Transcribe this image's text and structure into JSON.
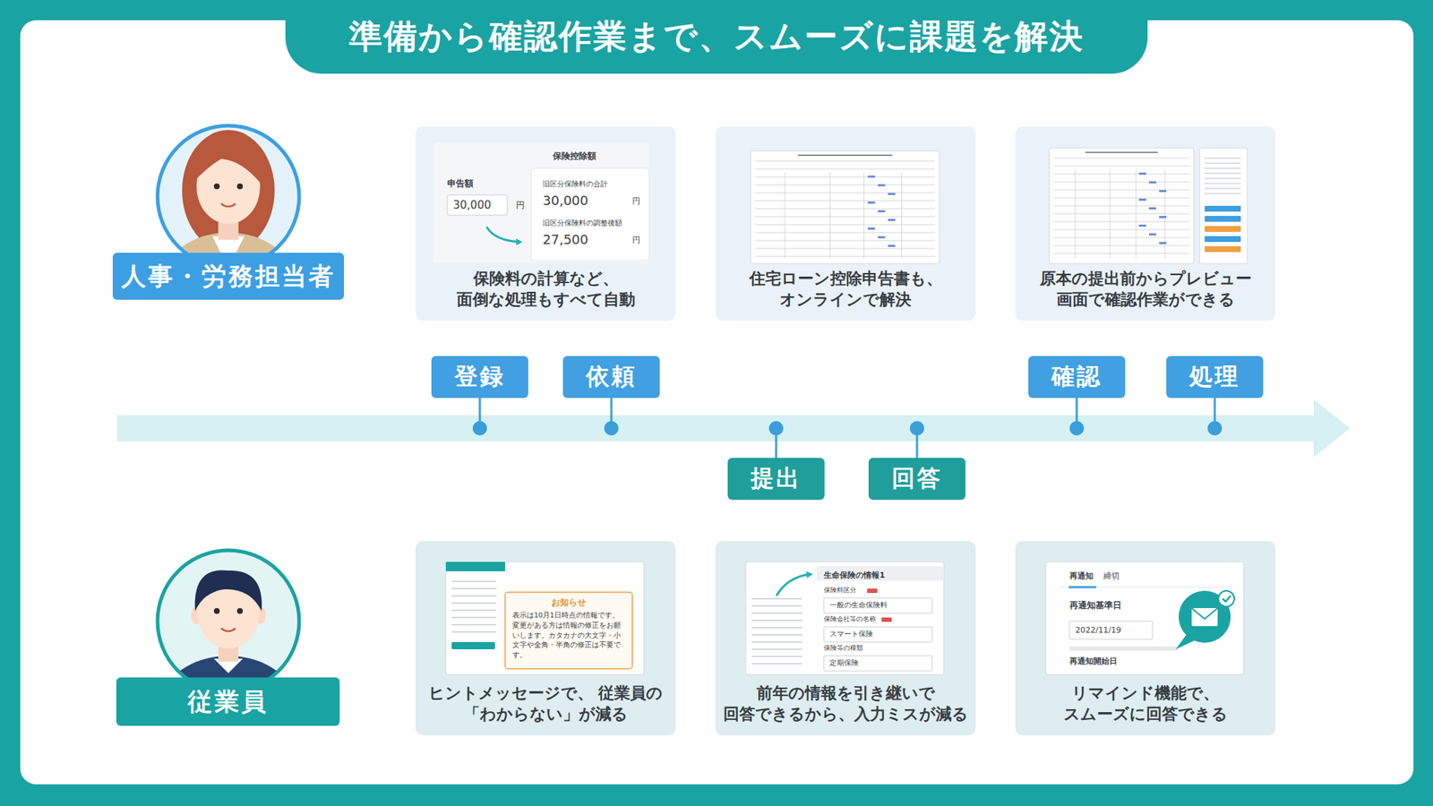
{
  "diagram": {
    "title": "準備から確認作業まで、スムーズに課題を解決",
    "nodes": [
      {
        "text": [
          "人事・労務担当者"
        ]
      },
      {
        "text": [
          "保険料の計算など、 面倒な処理もすべて自動"
        ]
      },
      {
        "text": [
          "住宅ローン控除申告書も、 オンラインで解決"
        ]
      },
      {
        "text": [
          "原本の提出前からプレビュー 画面で確認作業ができる"
        ]
      },
      {
        "text": [
          "登録"
        ]
      },
      {
        "text": [
          "依頼"
        ]
      },
      {
        "text": [
          "提出"
        ]
      },
      {
        "text": [
          "回答"
        ]
      },
      {
        "text": [
          "確認"
        ]
      },
      {
        "text": [
          "処理"
        ]
      },
      {
        "text": [
          "従業員"
        ]
      },
      {
        "text": [
          "ヒントメッセージで、 従業員の「わからない」が減る"
        ]
      },
      {
        "text": [
          "前年の情報を引き継いで 回答できるから、入力ミスが減る"
        ]
      },
      {
        "text": [
          "リマインド機能で、 スムーズに回答できる"
        ]
      }
    ],
    "labels": [
      "保険控除額",
      "申告額",
      "30,000",
      "円",
      "旧区分保険料の合計",
      "30,000",
      "円",
      "旧区分保険料の調整後額",
      "27,500",
      "円",
      "お知らせ",
      "表示は10月1日時点の情報です。変更がある方は情報の修正をお願いします。カタカナの大文字・小文字や全角・半角の修正は不要です。",
      "生命保険の情報1",
      "保険料区分",
      "一般の生命保険料",
      "保険会社等の名称",
      "スマート保険",
      "保険等の種類",
      "定期保険",
      "再通知",
      "締切",
      "再通知基準日",
      "2022/11/19",
      "再通知開始日"
    ]
  }
}
